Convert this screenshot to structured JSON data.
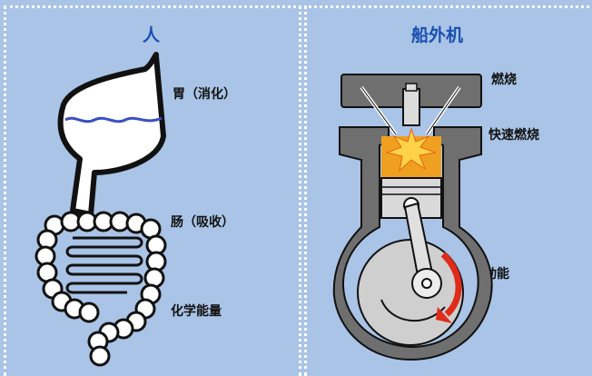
{
  "left": {
    "title": "人",
    "labels": {
      "stomach": "胃（消化）",
      "intestine": "肠（吸收）",
      "energy": "化学能量"
    }
  },
  "right": {
    "title": "船外机",
    "labels": {
      "combustion": "燃烧",
      "rapid_combustion": "快速燃烧",
      "kinetic": "动能"
    }
  },
  "colors": {
    "background": "#a9c4e6",
    "title": "#1a4fb0",
    "engine_gray": "#6f6f6f",
    "flame": "#f0a020",
    "arrow": "#e02a1a"
  }
}
